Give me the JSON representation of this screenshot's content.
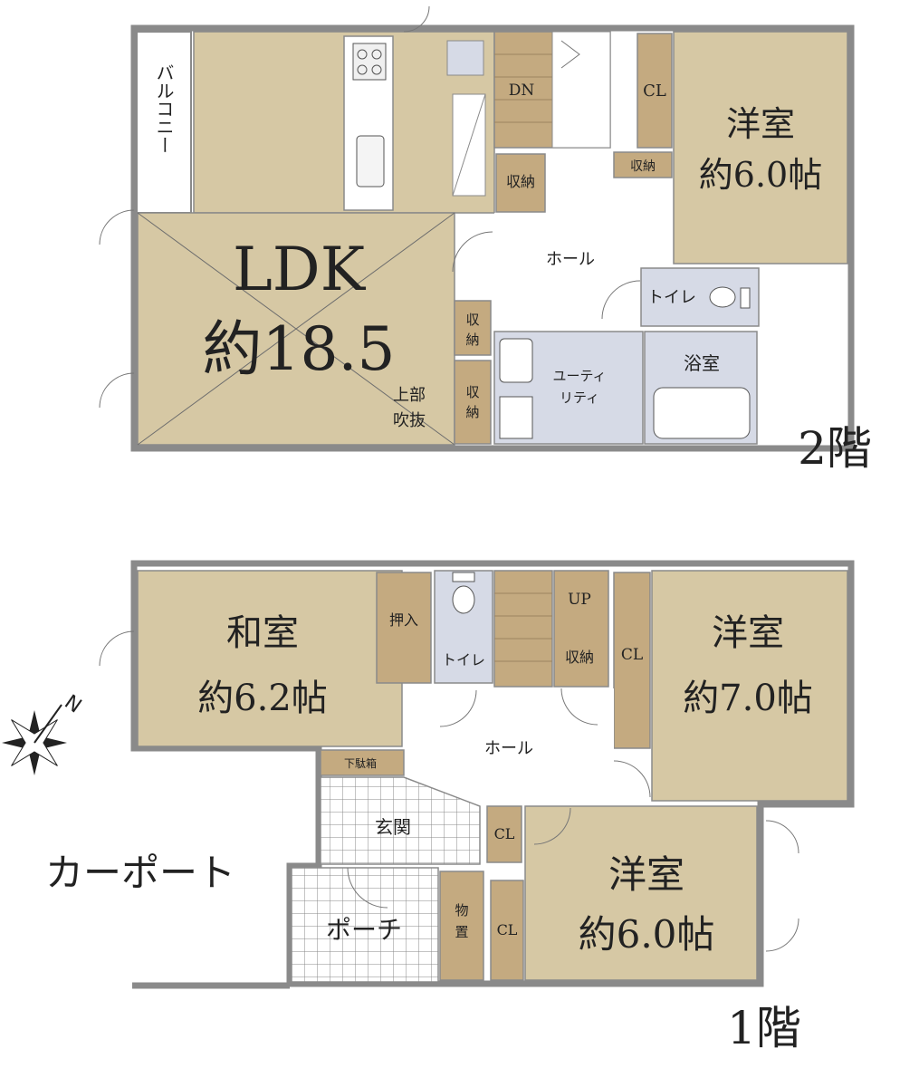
{
  "floor2": {
    "floor_label": "2階",
    "rooms": {
      "ldk_name": "LDK",
      "ldk_size": "約18.5",
      "void_line1": "上部",
      "void_line2": "吹抜",
      "balcony": "バルコニー",
      "hall": "ホール",
      "toilet": "トイレ",
      "bath": "浴室",
      "utility_line1": "ユーティ",
      "utility_line2": "リティ",
      "western_name": "洋室",
      "western_size": "約6.0帖",
      "closet": "CL",
      "storage_a": "収納",
      "storage_b": "収納",
      "storage_c_line1": "収",
      "storage_c_line2": "納",
      "storage_d_line1": "収",
      "storage_d_line2": "納",
      "stairs": "DN"
    }
  },
  "floor1": {
    "floor_label": "1階",
    "rooms": {
      "japanese_name": "和室",
      "japanese_size": "約6.2帖",
      "oshiire": "押入",
      "toilet": "トイレ",
      "stairs": "UP",
      "storage": "収納",
      "closet_a": "CL",
      "western_a_name": "洋室",
      "western_a_size": "約7.0帖",
      "hall": "ホール",
      "shoe_box": "下駄箱",
      "entrance": "玄関",
      "closet_b": "CL",
      "closet_c": "CL",
      "western_b_name": "洋室",
      "western_b_size": "約6.0帖",
      "porch": "ポーチ",
      "shed_line1": "物",
      "shed_line2": "置"
    }
  },
  "carport": "カーポート",
  "compass": {
    "north": "N"
  },
  "colors": {
    "wood_floor": "#d6c8a4",
    "storage": "#c4aa80",
    "wet_area": "#d6dae6",
    "wall": "#8a8a8a",
    "background": "#ffffff"
  }
}
